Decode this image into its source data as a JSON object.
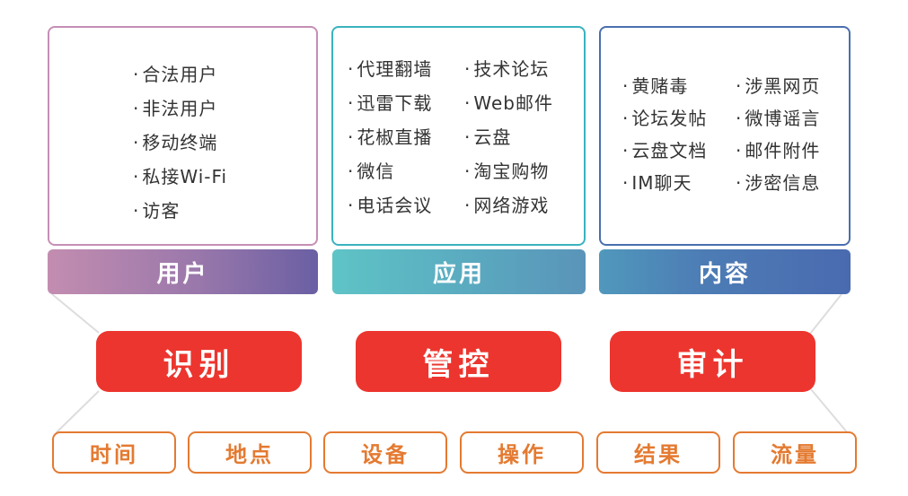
{
  "categories": {
    "users": {
      "label": "用户",
      "border_color": "#c58fb5",
      "items": [
        "合法用户",
        "非法用户",
        "移动终端",
        "私接Wi-Fi",
        "访客"
      ]
    },
    "apps": {
      "label": "应用",
      "border_color": "#3ab3bf",
      "items": [
        "代理翻墙",
        "技术论坛",
        "迅雷下载",
        "Web邮件",
        "花椒直播",
        "云盘",
        "微信",
        "淘宝购物",
        "电话会议",
        "网络游戏"
      ]
    },
    "content": {
      "label": "内容",
      "border_color": "#4a6fae",
      "items": [
        "黄赌毒",
        "涉黑网页",
        "论坛发帖",
        "微博谣言",
        "云盘文档",
        "邮件附件",
        "IM聊天",
        "涉密信息"
      ]
    }
  },
  "actions": {
    "color": "#ec352e",
    "identify": "识别",
    "control": "管控",
    "audit": "审计"
  },
  "dimensions": {
    "color": "#e47a31",
    "items": [
      "时间",
      "地点",
      "设备",
      "操作",
      "结果",
      "流量"
    ]
  }
}
